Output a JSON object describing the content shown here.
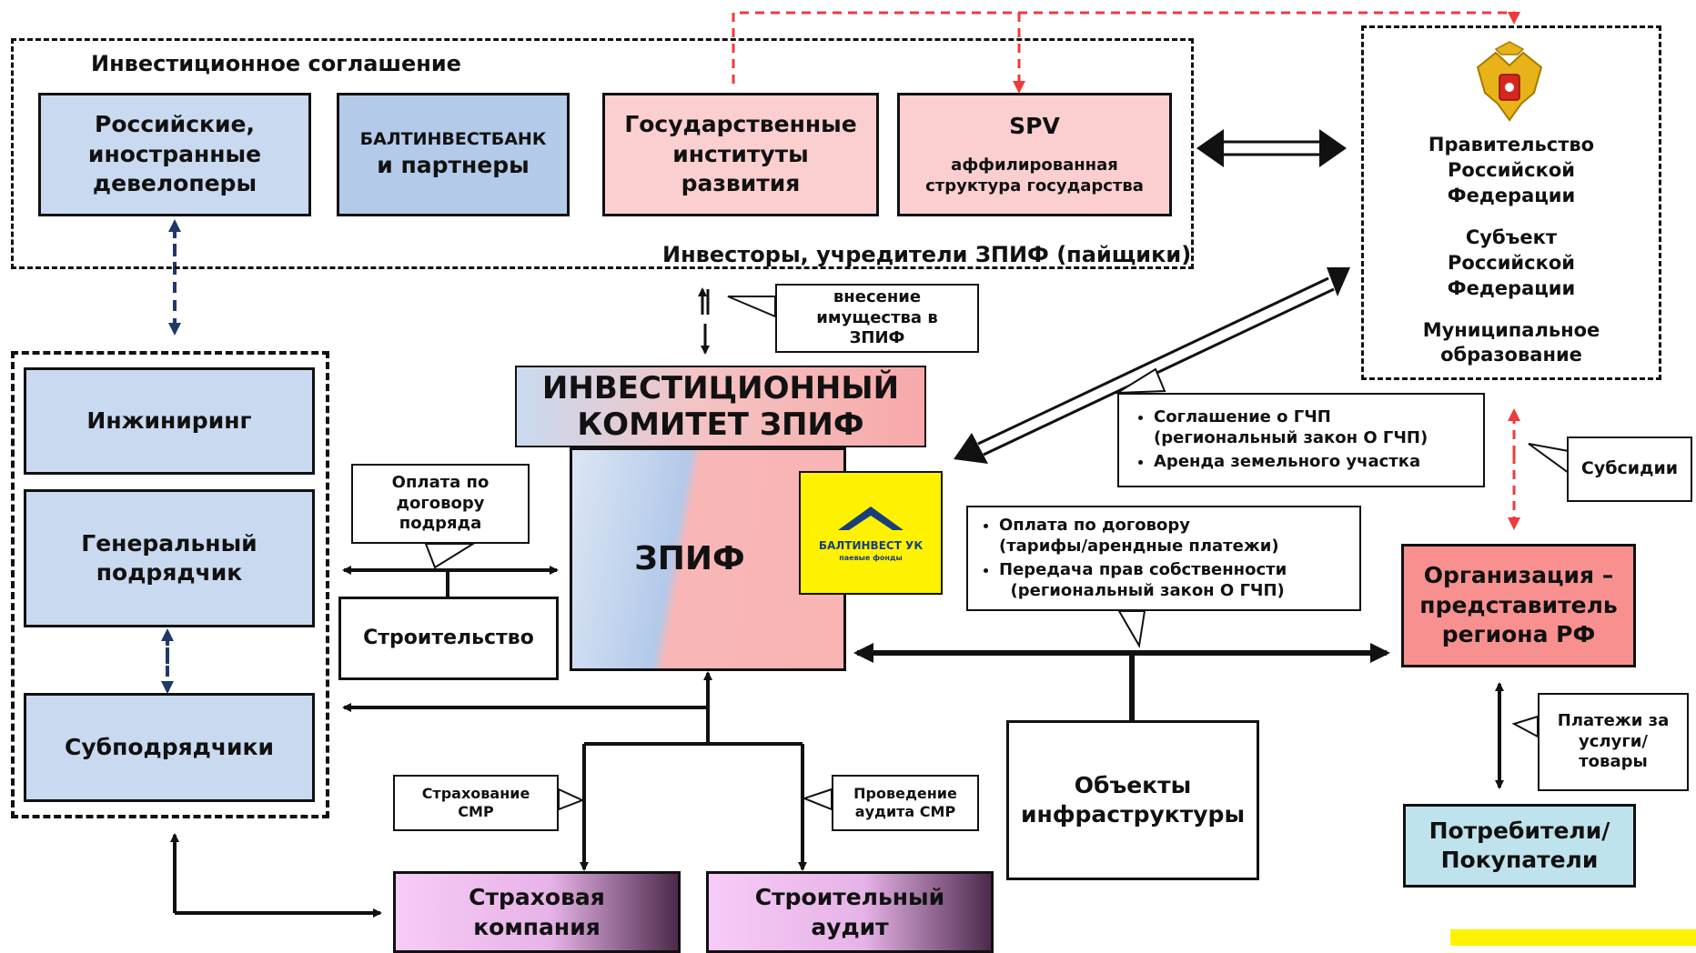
{
  "investment_agreement": {
    "title": "Инвестиционное соглашение",
    "investors_caption": "Инвесторы, учредители ЗПИФ (пайщики)",
    "developers": [
      "Российские,",
      "иностранные",
      "девелоперы"
    ],
    "bank": [
      "БАЛТИНВЕСТБАНК",
      "и партнеры"
    ],
    "state_institutes": [
      "Государственные",
      "институты",
      "развития"
    ],
    "spv": {
      "title": "SPV",
      "subtitle": [
        "аффилированная",
        "структура государства"
      ]
    }
  },
  "government": {
    "emblem": "russian-coat-of-arms",
    "lines_1": [
      "Правительство",
      "Российской",
      "Федерации"
    ],
    "lines_2": [
      "Субъект",
      "Российской",
      "Федерации"
    ],
    "lines_3": [
      "Муниципальное",
      "образование"
    ]
  },
  "contractors": {
    "engineering": "Инжиниринг",
    "general": [
      "Генеральный",
      "подрядчик"
    ],
    "subcontractors": "Субподрядчики"
  },
  "committee": {
    "title": [
      "ИНВЕСТИЦИОННЫЙ",
      "КОМИТЕТ ЗПИФ"
    ]
  },
  "fund": {
    "label": "ЗПИФ",
    "logo": {
      "name": "БАЛТИНВЕСТ УК",
      "sub": "паевые фонды"
    }
  },
  "callouts": {
    "property": [
      "внесение",
      "имущества в",
      "ЗПИФ"
    ],
    "contract_payment": [
      "Оплата по",
      "договору",
      "подряда"
    ],
    "gchp": [
      "Соглашение о ГЧП",
      "(региональный закон О ГЧП)",
      "Аренда земельного участка"
    ],
    "subsidies": "Субсидии",
    "tariffs": [
      "Оплата по договору",
      "(тарифы/арендные платежи)",
      "Передача прав собственности",
      "(региональный закон О ГЧП)"
    ],
    "insurance_smr": [
      "Страхование",
      "СМР"
    ],
    "audit_smr": [
      "Проведение",
      "аудита СМР"
    ],
    "payments": [
      "Платежи за",
      "услуги/",
      "товары"
    ]
  },
  "construction": "Строительство",
  "infrastructure": [
    "Объекты",
    "инфраструктуры"
  ],
  "region_org": [
    "Организация –",
    "представитель",
    "региона РФ"
  ],
  "consumers": [
    "Потребители/",
    "Покупатели"
  ],
  "insurance_company": [
    "Страховая",
    "компания"
  ],
  "construction_audit": [
    "Строительный",
    "аудит"
  ],
  "corner_tag": "",
  "colors": {
    "blue": "#c9daf0",
    "pink": "#fbcfcf",
    "red": "#f7908f",
    "yellow": "#fff200",
    "arrow_red": "#ee3b3b",
    "arrow_navy": "#1f3a68"
  }
}
